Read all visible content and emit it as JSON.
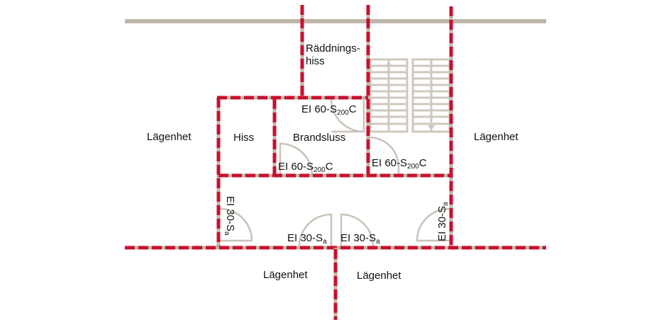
{
  "colors": {
    "fire_wall_red": "#c8102e",
    "wall_gray": "#bfb6aa",
    "text": "#111111",
    "background": "#ffffff"
  },
  "rooms": {
    "raddningshiss_line1": "Räddnings-",
    "raddningshiss_line2": "hiss",
    "hiss": "Hiss",
    "brandsluss": "Brandsluss",
    "lagenhet_left": "Lägenhet",
    "lagenhet_right": "Lägenhet",
    "lagenhet_bottom_left": "Lägenhet",
    "lagenhet_bottom_right": "Lägenhet"
  },
  "doors": {
    "brandsluss_top_right": {
      "prefix": "EI 60-S",
      "sub": "200",
      "suffix": "C"
    },
    "brandsluss_bottom_left": {
      "prefix": "EI 60-S",
      "sub": "200",
      "suffix": "C"
    },
    "stair_bottom_left": {
      "prefix": "EI 60-S",
      "sub": "200",
      "suffix": "C"
    },
    "corridor_left": {
      "prefix": "EI 30-S",
      "sub": "a"
    },
    "corridor_bottom_left": {
      "prefix": "EI 30-S",
      "sub": "a"
    },
    "corridor_bottom_right": {
      "prefix": "EI 30-S",
      "sub": "a"
    },
    "corridor_right": {
      "prefix": "EI 30-S",
      "sub": "a"
    }
  },
  "stairs": {
    "up_arrow": "arrow-up-icon",
    "down_arrow": "arrow-down-icon",
    "steps_per_flight": 11
  }
}
